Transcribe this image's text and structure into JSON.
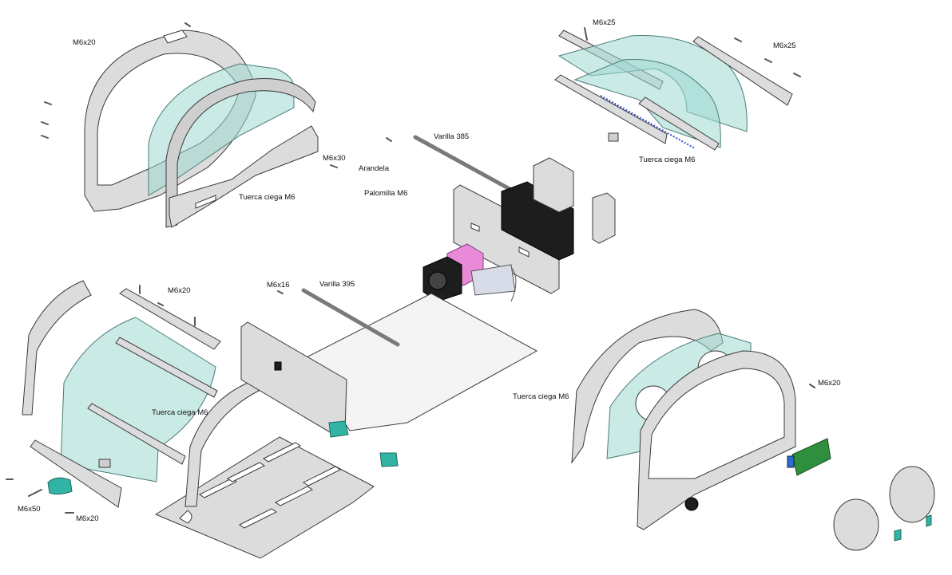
{
  "labels": {
    "m6x20_top_left": "M6x20",
    "tuerca_left": "Tuerca ciega M6",
    "m6x30": "M6x30",
    "arandela": "Arandela",
    "palomilla": "Palomilla M6",
    "varilla385": "Varilla 385",
    "m6x25_top": "M6x25",
    "m6x25_right": "M6x25",
    "tuerca_top_right": "Tuerca ciega M6",
    "m6x20_mid_left": "M6x20",
    "m6x16": "M6x16",
    "varilla395": "Varilla 395",
    "tuerca_mid": "Tuerca ciega M6",
    "tuerca_center": "Tuerca ciega M6",
    "m6x50": "M6x50",
    "m6x20_bottom": "M6x20",
    "m6x20_right": "M6x20"
  },
  "colors": {
    "plate": "#dcdcdc",
    "glass": "#9fd9d2",
    "heater": "#e98ad8",
    "connector": "#32b3a3",
    "pcb": "#2f8f3f"
  }
}
